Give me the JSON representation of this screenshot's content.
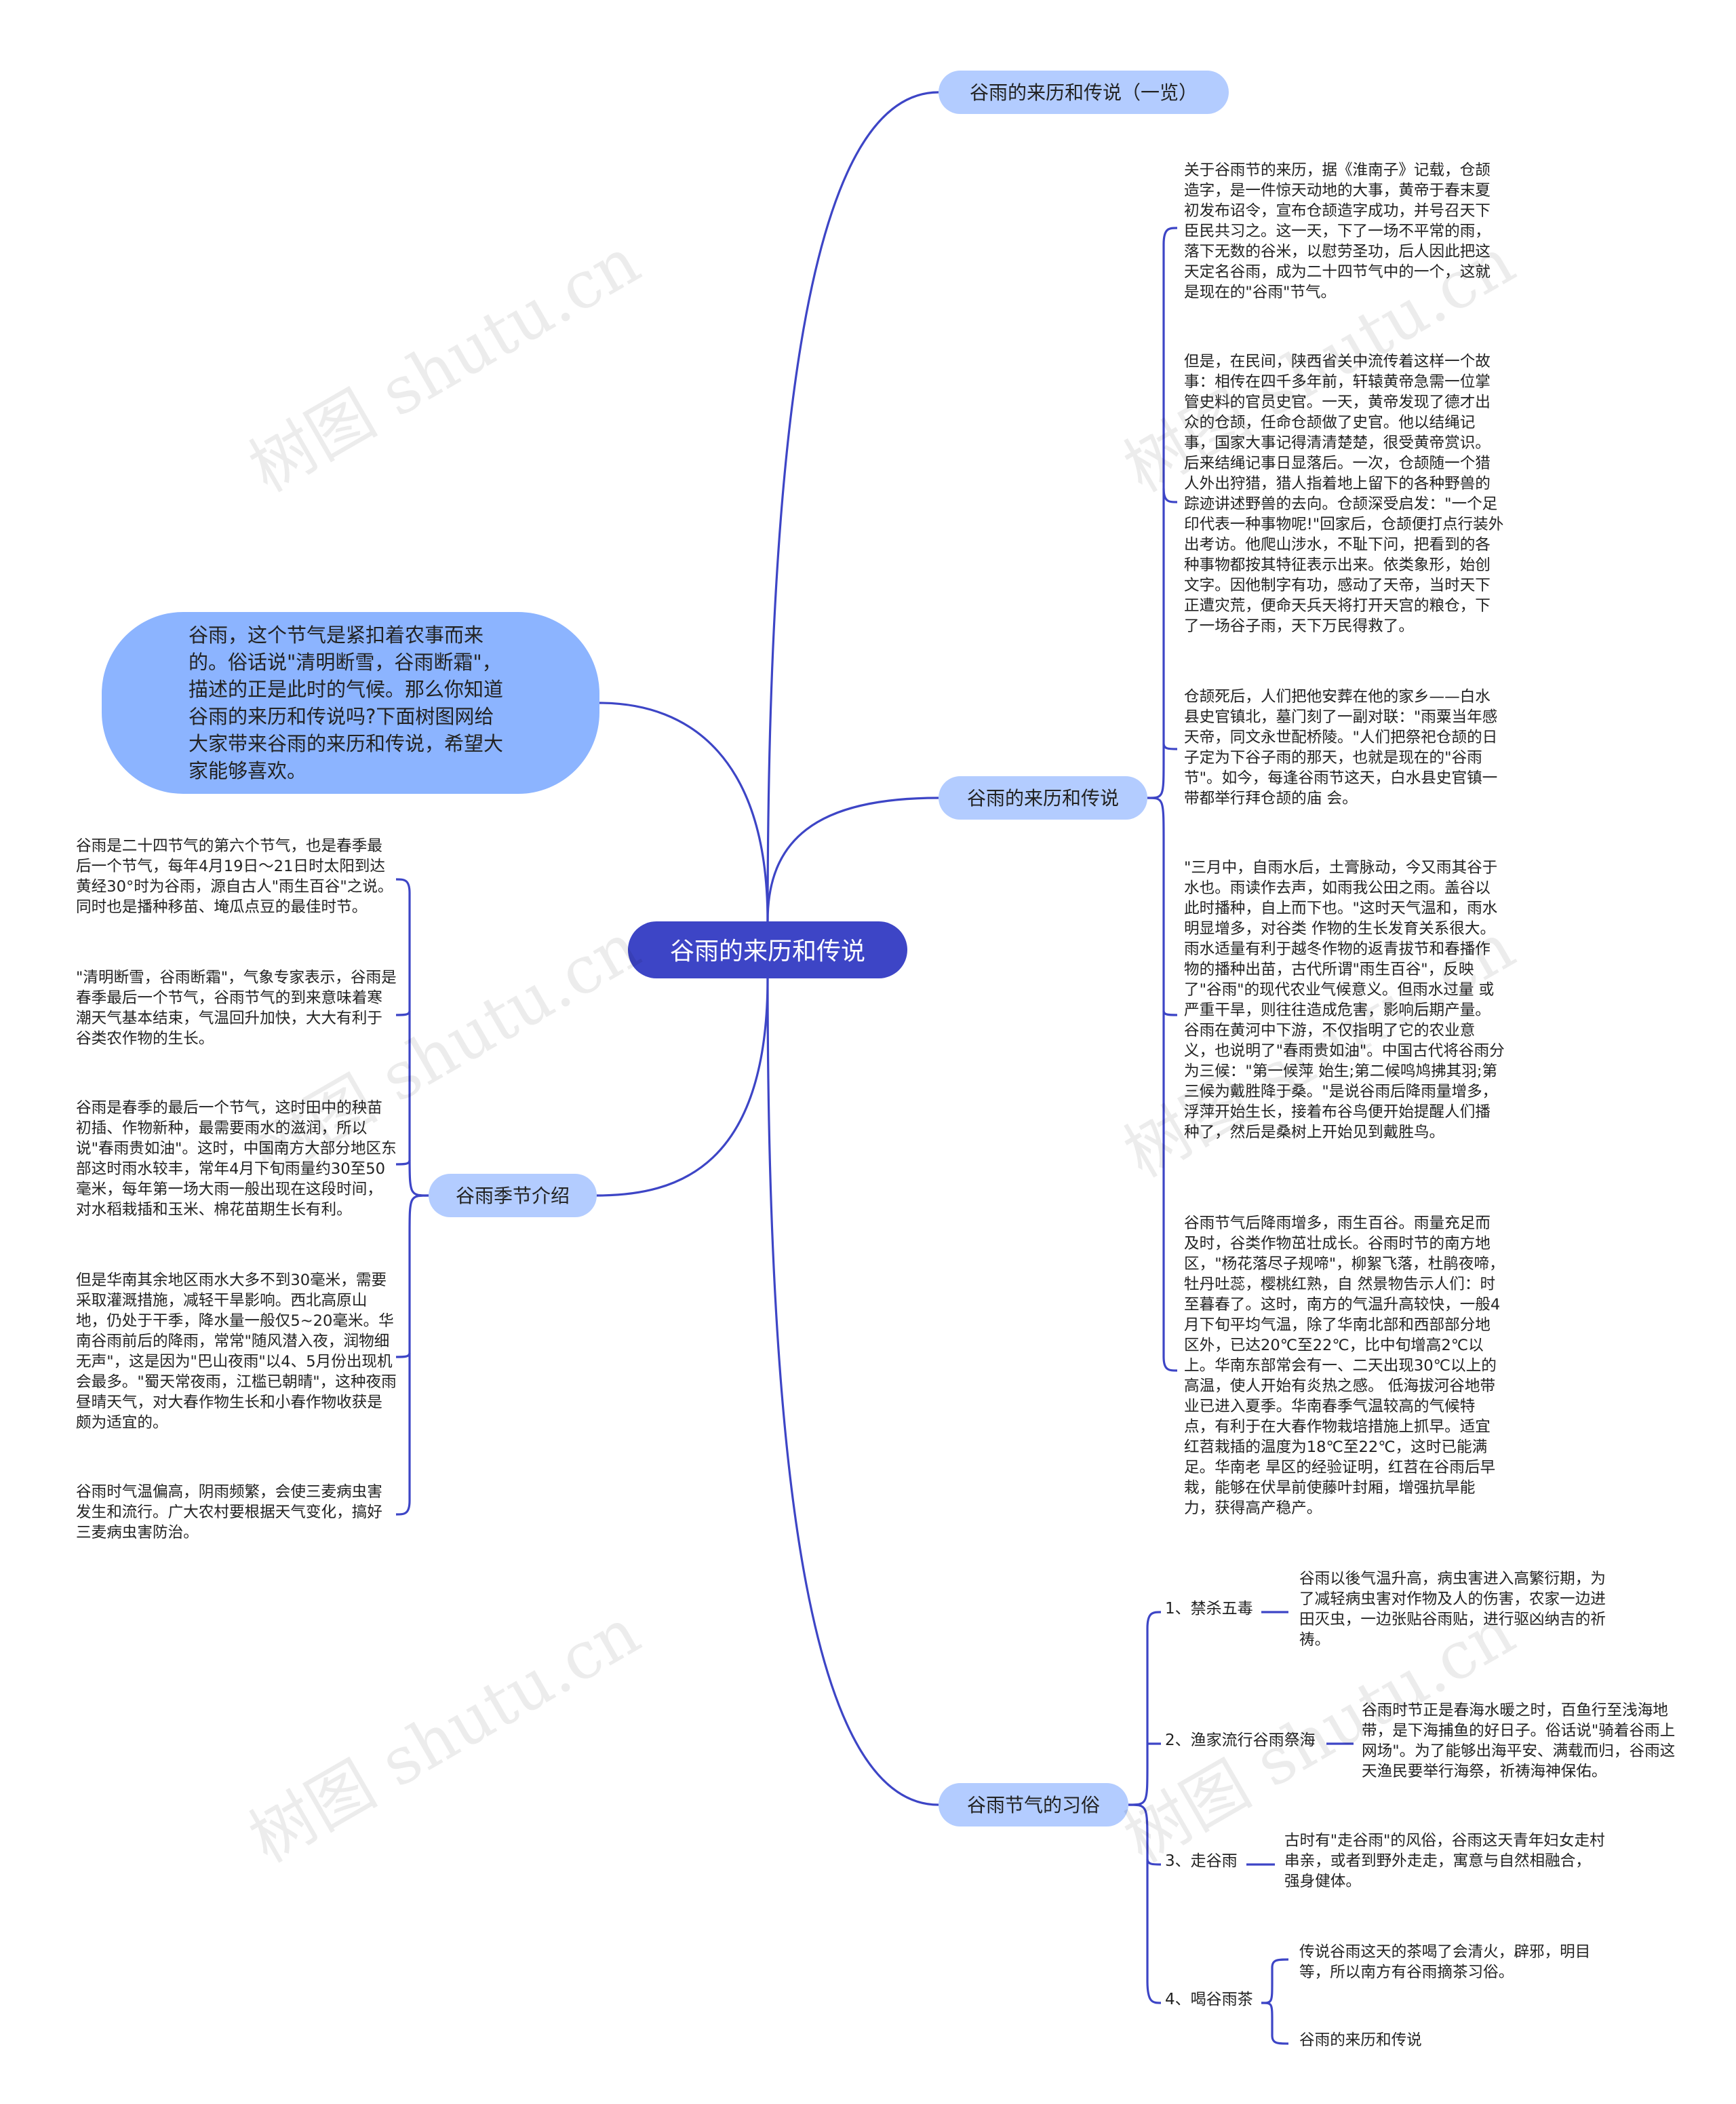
{
  "root": "谷雨的来历和传说",
  "intro": "谷雨，这个节气是紧扣着农事而来的。俗话说\"清明断雪，谷雨断霜\"，描述的正是此时的气候。那么你知道谷雨的来历和传说吗?下面树图网给大家带来谷雨的来历和传说，希望大家能够喜欢。",
  "branches": {
    "overview": "谷雨的来历和传说（一览）",
    "legend": "谷雨的来历和传说",
    "intro_season": "谷雨季节介绍",
    "customs": "谷雨节气的习俗"
  },
  "legend_texts": [
    "关于谷雨节的来历，据《淮南子》记载，仓颉造字，是一件惊天动地的大事，黄帝于春末夏初发布诏令，宣布仓颉造字成功，并号召天下臣民共习之。这一天，下了一场不平常的雨，落下无数的谷米，以慰劳圣功，后人因此把这天定名谷雨，成为二十四节气中的一个，这就是现在的\"谷雨\"节气。",
    "但是，在民间，陕西省关中流传着这样一个故事：相传在四千多年前，轩辕黄帝急需一位掌管史料的官员史官。一天，黄帝发现了德才出众的仓颉，任命仓颉做了史官。他以结绳记事，国家大事记得清清楚楚，很受黄帝赏识。后来结绳记事日显落后。一次，仓颉随一个猎人外出狩猎，猎人指着地上留下的各种野兽的踪迹讲述野兽的去向。仓颉深受启发：\"一个足印代表一种事物呢!\"回家后，仓颉便打点行装外出考访。他爬山涉水，不耻下问，把看到的各种事物都按其特征表示出来。依类象形，始创文字。因他制字有功，感动了天帝，当时天下正遭灾荒，便命天兵天将打开天宫的粮仓，下了一场谷子雨，天下万民得救了。",
    "仓颉死后，人们把他安葬在他的家乡——白水县史官镇北，墓门刻了一副对联：\"雨粟当年感天帝，同文永世配桥陵。\"人们把祭祀仓颉的日子定为下谷子雨的那天，也就是现在的\"谷雨节\"。如今，每逢谷雨节这天，白水县史官镇一带都举行拜仓颉的庙 会。",
    "\"三月中，自雨水后，土膏脉动，今又雨其谷于水也。雨读作去声，如雨我公田之雨。盖谷以此时播种，自上而下也。\"这时天气温和，雨水明显增多，对谷类 作物的生长发育关系很大。雨水适量有利于越冬作物的返青拔节和春播作物的播种出苗，古代所谓\"雨生百谷\"，反映了\"谷雨\"的现代农业气候意义。但雨水过量 或严重干旱，则往往造成危害，影响后期产量。谷雨在黄河中下游，不仅指明了它的农业意义，也说明了\"春雨贵如油\"。中国古代将谷雨分为三候：\"第一候萍 始生;第二候鸣鸠拂其羽;第三候为戴胜降于桑。\"是说谷雨后降雨量增多，浮萍开始生长，接着布谷鸟便开始提醒人们播种了，然后是桑树上开始见到戴胜鸟。",
    "谷雨节气后降雨增多，雨生百谷。雨量充足而及时，谷类作物茁壮成长。谷雨时节的南方地区，\"杨花落尽子规啼\"，柳絮飞落，杜鹃夜啼，牡丹吐蕊，樱桃红熟，自 然景物告示人们：时至暮春了。这时，南方的气温升高较快，一般4月下旬平均气温，除了华南北部和西部部分地区外，已达20℃至22℃，比中旬增高2℃以 上。华南东部常会有一、二天出现30℃以上的高温，使人开始有炎热之感。 低海拔河谷地带业已进入夏季。华南春季气温较高的气候特点，有利于在大春作物栽培措施上抓早。适宜红苕栽插的温度为18℃至22℃，这时已能满足。华南老 旱区的经验证明，红苕在谷雨后早栽，能够在伏旱前使藤叶封厢，增强抗旱能力，获得高产稳产。"
  ],
  "season_texts": [
    "谷雨是二十四节气的第六个节气，也是春季最后一个节气，每年4月19日～21日时太阳到达黄经30°时为谷雨，源自古人\"雨生百谷\"之说。同时也是播种移苗、埯瓜点豆的最佳时节。",
    "\"清明断雪，谷雨断霜\"，气象专家表示，谷雨是春季最后一个节气，谷雨节气的到来意味着寒潮天气基本结束，气温回升加快，大大有利于谷类农作物的生长。",
    "谷雨是春季的最后一个节气，这时田中的秧苗初插、作物新种，最需要雨水的滋润，所以说\"春雨贵如油\"。这时，中国南方大部分地区东部这时雨水较丰，常年4月下旬雨量约30至50毫米，每年第一场大雨一般出现在这段时间，对水稻栽插和玉米、棉花苗期生长有利。",
    "但是华南其余地区雨水大多不到30毫米，需要采取灌溉措施，减轻干旱影响。西北高原山地，仍处于干季，降水量一般仅5~20毫米。华南谷雨前后的降雨，常常\"随风潜入夜，润物细无声\"，这是因为\"巴山夜雨\"以4、5月份出现机会最多。\"蜀天常夜雨，江槛已朝晴\"，这种夜雨昼晴天气，对大春作物生长和小春作物收获是颇为适宜的。",
    "谷雨时气温偏高，阴雨频繁，会使三麦病虫害发生和流行。广大农村要根据天气变化，搞好三麦病虫害防治。"
  ],
  "customs": [
    {
      "label": "1、禁杀五毒",
      "text": "谷雨以後气温升高，病虫害进入高繁衍期，为了减轻病虫害对作物及人的伤害，农家一边进田灭虫，一边张贴谷雨贴，进行驱凶纳吉的祈祷。"
    },
    {
      "label": "2、渔家流行谷雨祭海",
      "text": "谷雨时节正是春海水暖之时，百鱼行至浅海地带，是下海捕鱼的好日子。俗话说\"骑着谷雨上网场\"。为了能够出海平安、满载而归，谷雨这天渔民要举行海祭，祈祷海神保佑。"
    },
    {
      "label": "3、走谷雨",
      "text": "古时有\"走谷雨\"的风俗，谷雨这天青年妇女走村串亲，或者到野外走走，寓意与自然相融合，强身健体。"
    },
    {
      "label": "4、喝谷雨茶",
      "text": "传说谷雨这天的茶喝了会清火，辟邪，明目等，所以南方有谷雨摘茶习俗。",
      "text2": "谷雨的来历和传说"
    }
  ],
  "watermark": "树图 shutu.cn",
  "colors": {
    "line": "#3d45c6",
    "root": "#3d45c6",
    "pill": "#b3ccff",
    "intro": "#8cb4ff"
  }
}
